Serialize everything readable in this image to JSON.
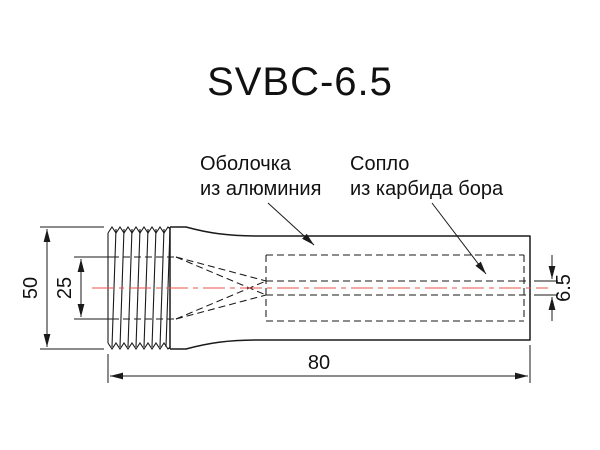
{
  "title": "SVBC-6.5",
  "callouts": {
    "shell": {
      "line1": "Оболочка",
      "line2": "из алюминия"
    },
    "nozzle": {
      "line1": "Сопло",
      "line2": "из карбида бора"
    }
  },
  "dimensions": {
    "outer_diameter": "50",
    "thread_bore_diameter": "25",
    "overall_length": "80",
    "nozzle_bore_diameter": "6.5"
  },
  "colors": {
    "line": "#1a1a1a",
    "centerline": "#e8564a",
    "background": "#ffffff"
  }
}
